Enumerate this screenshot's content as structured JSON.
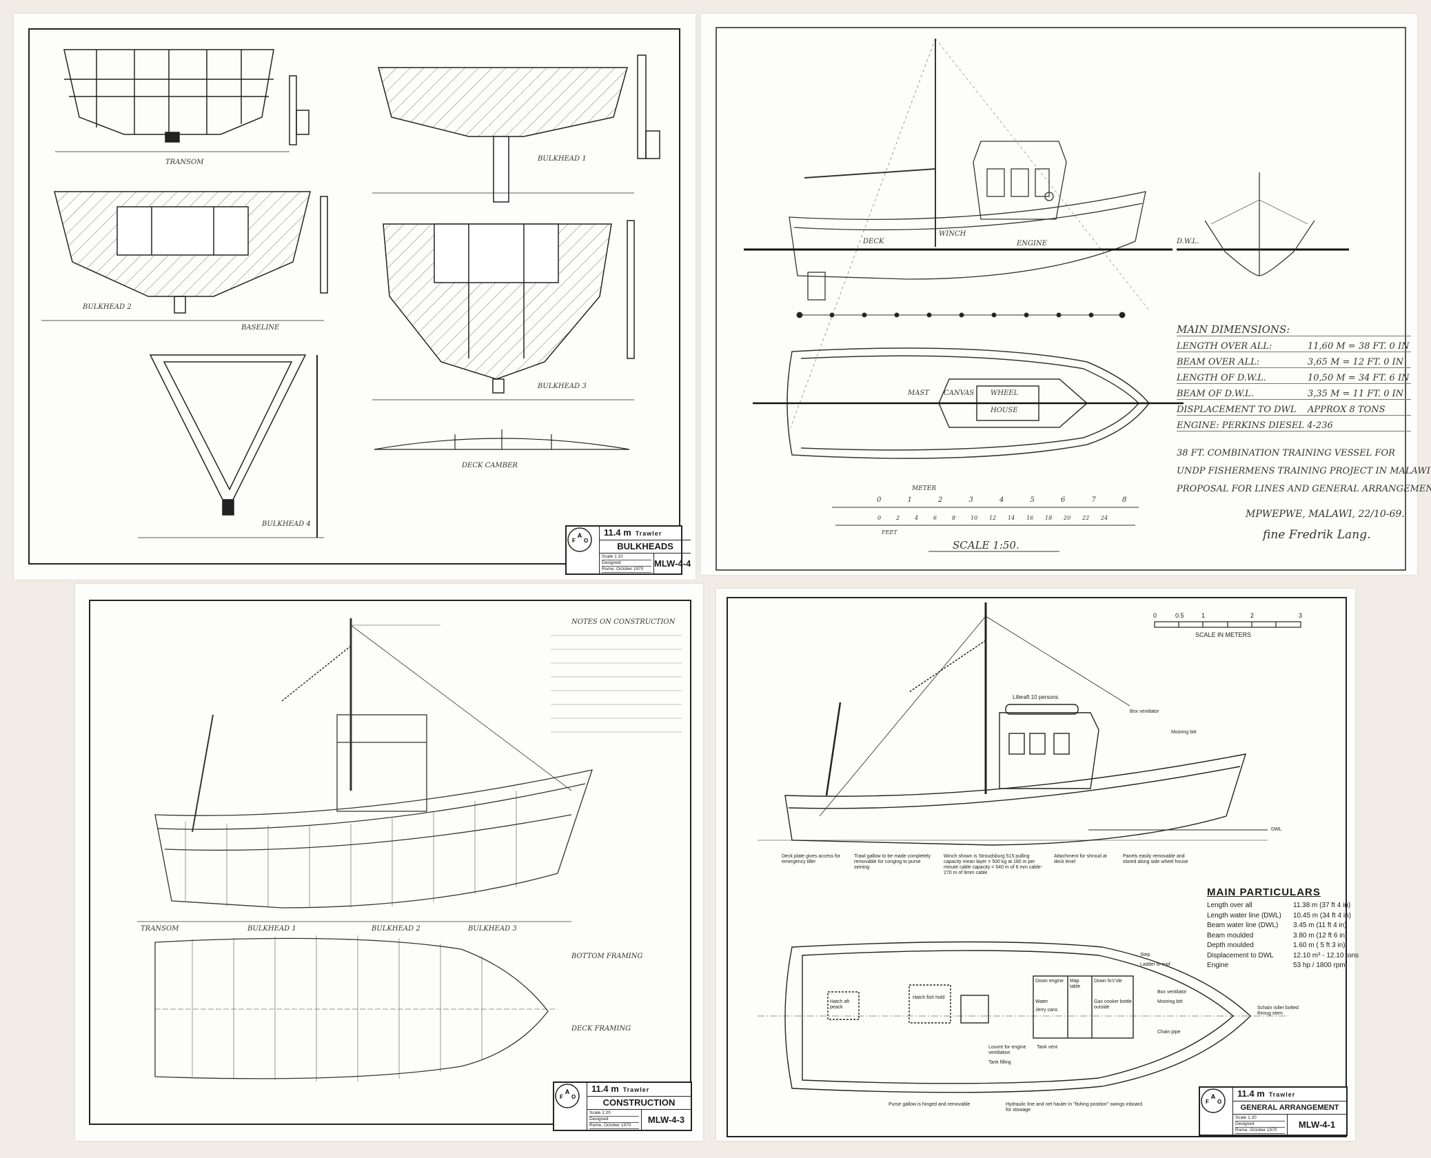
{
  "sheets": {
    "bulkheads": {
      "title_block": {
        "size": "11.4 m",
        "type": "Trawler",
        "name": "BULKHEADS",
        "scale": "Scale 1:10",
        "designed": "Designed",
        "place_date": "Rome, October 1970",
        "code": "MLW-4-4",
        "logo": "FAO FIAT PANIS"
      },
      "labels": [
        "TRANSOM",
        "BULKHEAD 1",
        "BULKHEAD 2",
        "BULKHEAD 3",
        "BULKHEAD 4",
        "DECK CAMBER",
        "BASELINE"
      ]
    },
    "lines_proposal": {
      "profile_labels": {
        "deck": "DECK",
        "winch": "WINCH",
        "engine": "ENGINE",
        "dwl": "D.W.L.",
        "mast": "MAST",
        "canvas": "CANVAS",
        "wheel": "WHEEL",
        "house": "HOUSE"
      },
      "main_dimensions": {
        "heading": "MAIN DIMENSIONS:",
        "rows": [
          {
            "label": "LENGTH OVER ALL:",
            "value": "11,60 M = 38 FT. 0 IN"
          },
          {
            "label": "BEAM OVER ALL:",
            "value": "3,65 M = 12 FT. 0 IN"
          },
          {
            "label": "LENGTH OF D.W.L.",
            "value": "10,50 M = 34 FT. 6 IN"
          },
          {
            "label": "BEAM OF D.W.L.",
            "value": "3,35 M = 11 FT. 0 IN"
          },
          {
            "label": "DISPLACEMENT TO DWL",
            "value": "APPROX 8 TONS"
          },
          {
            "label": "ENGINE: PERKINS DIESEL 4-236",
            "value": ""
          }
        ]
      },
      "description": [
        "38 FT. COMBINATION TRAINING VESSEL FOR",
        "UNDP FISHERMENS TRAINING PROJECT IN MALAWI.",
        "PROPOSAL FOR LINES AND GENERAL ARRANGEMENT."
      ],
      "place_date": "MPWEPWE, MALAWI, 22/10-69.",
      "signature": "fine Fredrik Lang.",
      "scale_meters": {
        "unit": "METER",
        "ticks": [
          "0",
          "1",
          "2",
          "3",
          "4",
          "5",
          "6",
          "7",
          "8"
        ]
      },
      "scale_feet": {
        "unit": "FEET",
        "ticks": [
          "0",
          "2",
          "4",
          "6",
          "8",
          "10",
          "12",
          "14",
          "16",
          "18",
          "20",
          "22",
          "24"
        ]
      },
      "scale_text": "SCALE 1:50."
    },
    "construction": {
      "title_block": {
        "size": "11.4 m",
        "type": "Trawler",
        "name": "CONSTRUCTION",
        "scale": "Scale 1:20",
        "designed": "Designed",
        "place_date": "Rome, October 1970",
        "code": "MLW-4-3",
        "logo": "FAO FIAT PANIS"
      },
      "labels": [
        "TRANSOM",
        "BULKHEAD 1",
        "BULKHEAD 2",
        "BULKHEAD 3",
        "BOTTOM FRAMING",
        "DECK FRAMING",
        "NOTES ON CONSTRUCTION"
      ]
    },
    "general_arrangement": {
      "title_block": {
        "size": "11.4 m",
        "type": "Trawler",
        "name": "GENERAL ARRANGEMENT",
        "scale": "Scale 1:20",
        "designed": "Designed",
        "place_date": "Rome, October 1970",
        "code": "MLW-4-1",
        "logo": "FAO FIAT PANIS"
      },
      "scale_bar": {
        "ticks": [
          "0",
          "0.5",
          "1",
          "2",
          "3"
        ],
        "caption": "SCALE IN METERS"
      },
      "profile_labels": {
        "liferaft": "Liferaft 10 persons",
        "box_ventilator": "Box ventilator",
        "mooring_bitt": "Mooring bitt",
        "dwl": "DWL"
      },
      "main_particulars": {
        "heading": "MAIN PARTICULARS",
        "rows": [
          {
            "label": "Length over all",
            "value": "11.38 m  (37 ft 4 in)"
          },
          {
            "label": "Length water line (DWL)",
            "value": "10.45 m  (34 ft 4 in)"
          },
          {
            "label": "Beam water line (DWL)",
            "value": "3.45 m  (11 ft 4 in)"
          },
          {
            "label": "Beam moulded",
            "value": "3.80 m  (12 ft 6 in)"
          },
          {
            "label": "Depth moulded",
            "value": "1.60 m  ( 5 ft 3 in)"
          },
          {
            "label": "Displacement to DWL",
            "value": "12.10 m³ - 12.10 tons"
          },
          {
            "label": "Engine",
            "value": "53 hp / 1800 rpm"
          }
        ]
      },
      "plan_labels": {
        "deck_plate": "Deck plate gives access for emergency tiller",
        "trawl_gallow": "Trawl gallow to be made completely removable for conging to purse seining",
        "hatch_aft": "Hatch aft peack",
        "hatch_fish": "Hatch fish hold",
        "winch": "Winch shown is Stroudsburg 515 pulling capacity mean layer = 500 kg at 180 m per minute cable capacity = 540 m of 6 mm cable-270 m of 9mm cable",
        "shroud": "Attachment for shroud at deck level",
        "panels": "Panels easily removable and stored along side wheel house",
        "ladder": "Ladder to roof",
        "step": "Step",
        "down_engine": "Down engine",
        "map_table": "Map table",
        "down_fo": "Down fo'c'sle",
        "water": "Water",
        "jerry": "Jerry cans",
        "gas": "Gas cooker bottle outside",
        "louvre": "Louvre for engine ventilation",
        "tank_vent": "Tank vent",
        "tank_filling": "Tank filling",
        "box_vent": "Box ventilator",
        "mooring": "Mooring bitt",
        "chain": "Chain pipe",
        "roller": "Schain roller bolted throug stem",
        "hydraulic": "Hydraulic line and net hauler in \"fishing position\" swings inboard for stowage",
        "purse": "Purse gallow is hinged and removable"
      }
    }
  },
  "colors": {
    "background": "#f1ede6",
    "paper": "#fdfdfb",
    "ink": "#1a1a1a"
  }
}
